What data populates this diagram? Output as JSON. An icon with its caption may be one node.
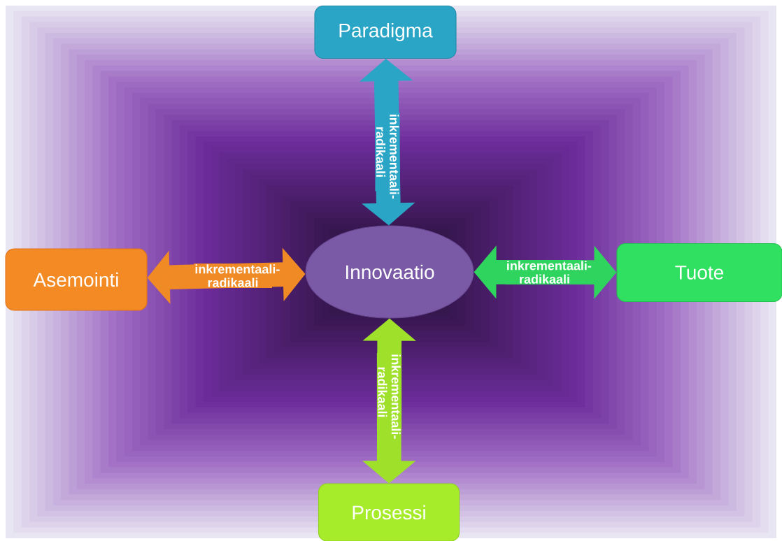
{
  "diagram": {
    "nodes": [
      {
        "text": [
          "Paradigma"
        ]
      },
      {
        "text": [
          "Asemointi"
        ]
      },
      {
        "text": [
          "Innovaatio"
        ]
      },
      {
        "text": [
          "Tuote"
        ]
      },
      {
        "text": [
          "Prosessi"
        ]
      }
    ],
    "edges": [
      {
        "from": 2,
        "to": 0,
        "arrow": "both",
        "label": "inkrementaali-radikaali",
        "color": "#2aa5c6"
      },
      {
        "from": 1,
        "to": 2,
        "arrow": "both",
        "label": "inkrementaali-radikaali",
        "color": "#f08a24"
      },
      {
        "from": 2,
        "to": 3,
        "arrow": "both",
        "label": "inkrementaali-radikaali",
        "color": "#2fd45e"
      },
      {
        "from": 2,
        "to": 4,
        "arrow": "both",
        "label": "inkrementaali-radikaali",
        "color": "#9fe02a"
      }
    ]
  }
}
